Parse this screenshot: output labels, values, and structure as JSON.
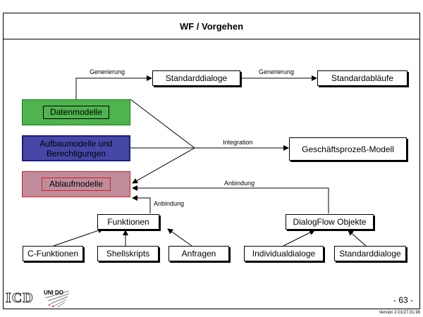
{
  "header": {
    "title": "WF / Vorgehen"
  },
  "nodes": {
    "datenmodelle": "Datenmodelle",
    "aufbaumodelle_line1": "Aufbaumodelle und",
    "aufbaumodelle_line2": "Berechtigungen",
    "ablaufmodelle": "Ablaufmodelle",
    "standarddialoge_top": "Standarddialoge",
    "standardablaeufe": "Standardabläufe",
    "geschaeftsprozess": "Geschäftsprozeß-Modell",
    "funktionen": "Funktionen",
    "dialogflow": "DialogFlow Objekte",
    "c_funktionen": "C-Funktionen",
    "shellskripts": "Shellskripts",
    "anfragen": "Anfragen",
    "individualdialoge": "Individualdialoge",
    "standarddialoge_bottom": "Standarddialoge"
  },
  "edges": {
    "generierung_1": "Generierung",
    "generierung_2": "Generierung",
    "integration": "Integration",
    "anbindung_right": "Anbindung",
    "anbindung_left": "Anbindung"
  },
  "footer": {
    "logo_icd": "ICD",
    "logo_unido": "UNI DO",
    "page_number": "- 63 -",
    "version": "Version 2.01/27.01.99"
  }
}
